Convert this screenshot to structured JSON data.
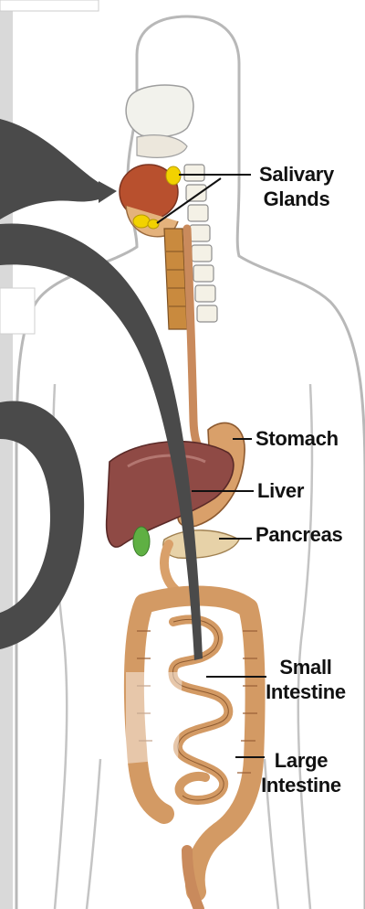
{
  "labels": {
    "salivary_line1": "Salivary",
    "salivary_line2": "Glands",
    "stomach": "Stomach",
    "liver": "Liver",
    "pancreas": "Pancreas",
    "small_line1": "Small",
    "small_line2": "Intestine",
    "large_line1": "Large",
    "large_line2": "Intestine"
  },
  "colors": {
    "body_outline": "#b8b8b8",
    "organ_tan": "#d9a06a",
    "organ_dark": "#a8683a",
    "liver": "#8f4a45",
    "gland_yellow": "#f2d200",
    "gallbladder_green": "#5fb043",
    "overlay_gray": "#4a4a4a",
    "label_text": "#111111"
  }
}
